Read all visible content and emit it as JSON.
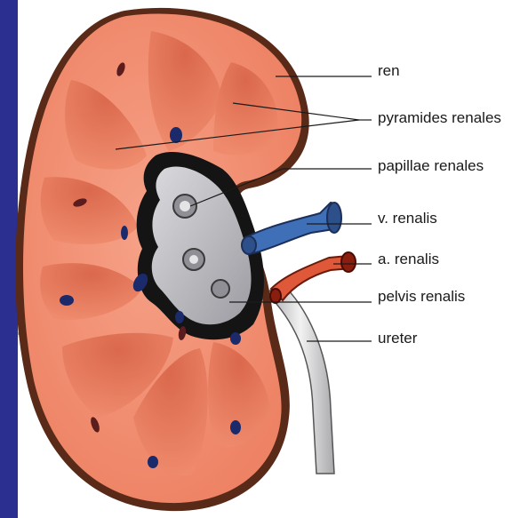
{
  "colors": {
    "side_band": "#2b2f8f",
    "side_rule": "#b8b8c0",
    "cortex": "#f08b6e",
    "cortex_outline": "#7a3a22",
    "medulla": "#e87458",
    "pelvis": "#c9c9cd",
    "pelvis_dark": "#2a2a2a",
    "vein": "#3f6fb6",
    "artery": "#e0583a",
    "ureter": "#dcdcdc",
    "leader_line": "#1a1a1a",
    "label_text": "#1a1a1a"
  },
  "labels": {
    "ren": "ren",
    "pyramides_renales": "pyramides renales",
    "papillae_renales": "papillae renales",
    "v_renalis": "v. renalis",
    "a_renalis": "a. renalis",
    "pelvis_renalis": "pelvis renalis",
    "ureter": "ureter"
  }
}
